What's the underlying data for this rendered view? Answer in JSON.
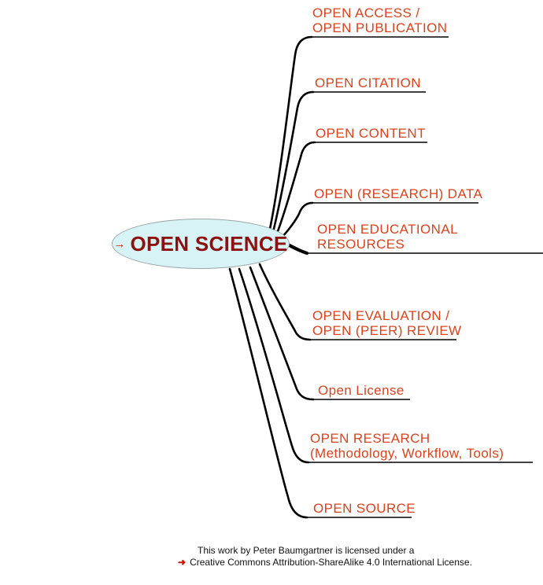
{
  "root": {
    "label": "OPEN SCIENCE",
    "arrow_glyph": "→"
  },
  "branches": [
    {
      "id": "open-access",
      "label": "OPEN ACCESS /\nOPEN PUBLICATION"
    },
    {
      "id": "open-citation",
      "label": "OPEN CITATION"
    },
    {
      "id": "open-content",
      "label": "OPEN CONTENT"
    },
    {
      "id": "open-research-data",
      "label": "OPEN (RESEARCH) DATA"
    },
    {
      "id": "open-educational-resources",
      "label": "OPEN EDUCATIONAL RESOURCES"
    },
    {
      "id": "open-evaluation",
      "label": "OPEN EVALUATION /\nOPEN (PEER) REVIEW"
    },
    {
      "id": "open-license",
      "label": "Open License"
    },
    {
      "id": "open-research",
      "label": "OPEN RESEARCH\n(Methodology, Workflow, Tools)"
    },
    {
      "id": "open-source",
      "label": "OPEN SOURCE"
    }
  ],
  "footer": {
    "line1": "This work by Peter Baumgartner is licensed under a",
    "arrow_glyph": "➜",
    "line2": "Creative Commons Attribution-ShareAlike 4.0 International License."
  },
  "colors": {
    "node_fill": "#d8f3f6",
    "node_border": "#9aa6a8",
    "branch_label_text": "#d8431f",
    "root_text": "#8e1111",
    "arrow_red": "#cc2200",
    "line": "#000000"
  }
}
